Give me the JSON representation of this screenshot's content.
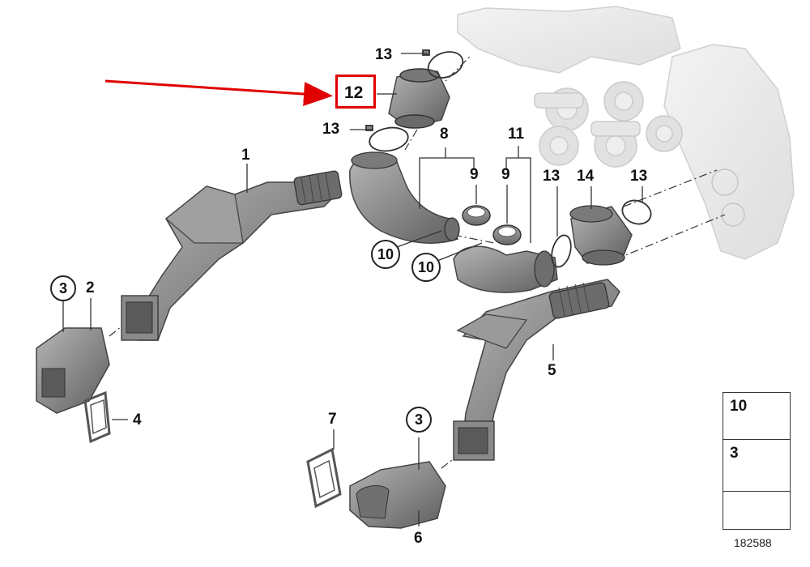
{
  "callouts": {
    "c1": "1",
    "c2": "2",
    "c3a": "3",
    "c3b": "3",
    "c4": "4",
    "c5": "5",
    "c6": "6",
    "c7": "7",
    "c8": "8",
    "c9a": "9",
    "c9b": "9",
    "c10a": "10",
    "c10b": "10",
    "c11": "11",
    "c12": "12",
    "c13a": "13",
    "c13b": "13",
    "c13c": "13",
    "c13d": "13",
    "c14": "14"
  },
  "legend": {
    "item_a": "10",
    "item_b": "3"
  },
  "reference_number": "182588",
  "colors": {
    "highlight": "#e00000",
    "arrow": "#e00000",
    "part_fill": "#8c8c8c",
    "engine_fill": "#e6e6e6"
  }
}
